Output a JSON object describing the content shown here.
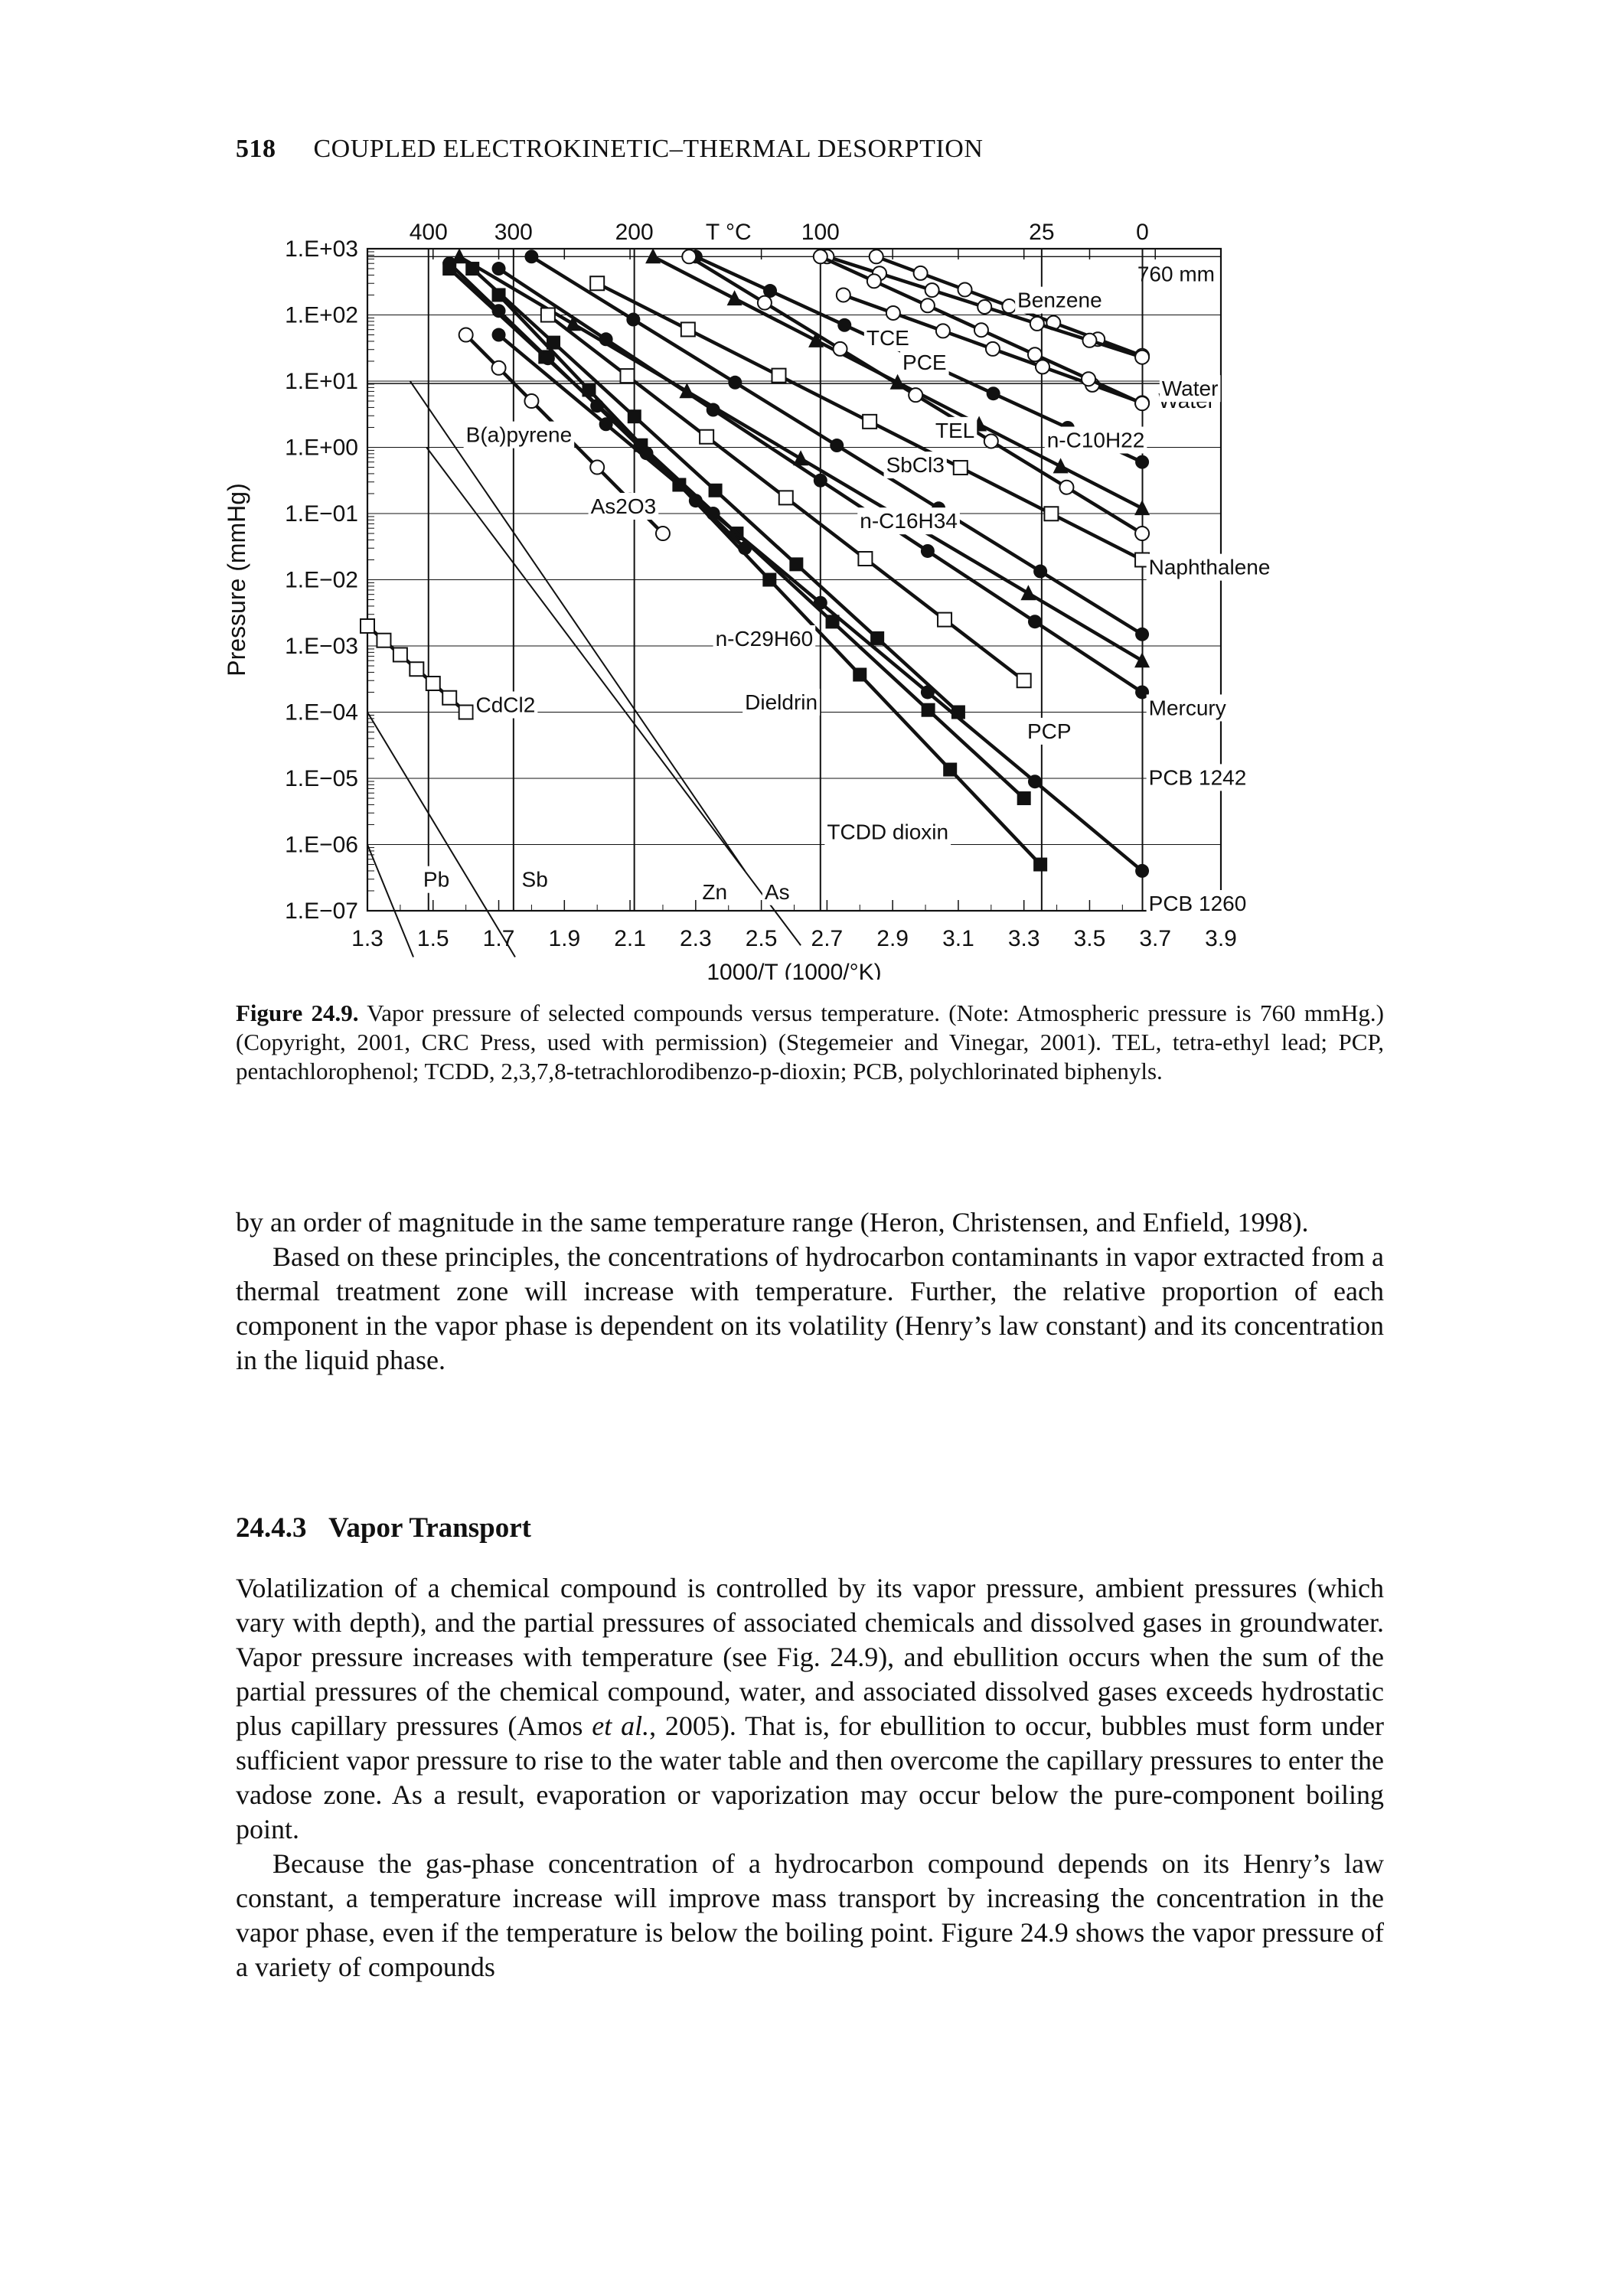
{
  "header": {
    "page_number": "518",
    "running_title": "COUPLED ELECTROKINETIC–THERMAL DESORPTION"
  },
  "chart_data": {
    "type": "line",
    "title": "",
    "xlabel": "1000/T (1000/°K)",
    "ylabel": "Pressure (mmHg)",
    "top_axis_label": "T °C",
    "x_ticks": [
      "1.3",
      "1.5",
      "1.7",
      "1.9",
      "2.1",
      "2.3",
      "2.5",
      "2.7",
      "2.9",
      "3.1",
      "3.3",
      "3.5",
      "3.7",
      "3.9"
    ],
    "y_ticks": [
      "1.E+03",
      "1.E+02",
      "1.E+01",
      "1.E+00",
      "1.E−01",
      "1.E−02",
      "1.E−03",
      "1.E−04",
      "1.E−05",
      "1.E−06",
      "1.E−07"
    ],
    "top_ticks": [
      {
        "label": "400",
        "x": 1.486
      },
      {
        "label": "300",
        "x": 1.745
      },
      {
        "label": "200",
        "x": 2.113
      },
      {
        "label": "100",
        "x": 2.68
      },
      {
        "label": "25",
        "x": 3.354
      },
      {
        "label": "0",
        "x": 3.661
      }
    ],
    "xlim": [
      1.3,
      3.9
    ],
    "ylim_log10": [
      -7,
      3
    ],
    "y_scale": "log",
    "grid": true,
    "reference_lines": [
      {
        "label": "760 mm",
        "y": 760
      },
      {
        "label": "Water",
        "y": 9.2
      }
    ],
    "series": [
      {
        "name": "Benzene",
        "marker": "open-circle",
        "x": [
          2.85,
          3.66
        ],
        "y": [
          760,
          24.2
        ]
      },
      {
        "name": "TCE",
        "marker": "open-circle",
        "x": [
          2.7,
          3.66
        ],
        "y": [
          760,
          23.0
        ]
      },
      {
        "name": "PCE",
        "marker": "open-circle",
        "x": [
          2.75,
          3.66
        ],
        "y": [
          200,
          4.7
        ]
      },
      {
        "name": "Water",
        "marker": "open-circle",
        "x": [
          2.68,
          3.66
        ],
        "y": [
          760,
          4.6
        ]
      },
      {
        "name": "n-C10H22",
        "marker": "filled-circle",
        "x": [
          2.3,
          3.66
        ],
        "y": [
          760,
          0.6
        ]
      },
      {
        "name": "TEL",
        "marker": "filled-triangle",
        "x": [
          2.17,
          3.66
        ],
        "y": [
          760,
          0.12
        ]
      },
      {
        "name": "SbCl3",
        "marker": "open-square",
        "x": [
          2.0,
          3.66
        ],
        "y": [
          300,
          0.02
        ]
      },
      {
        "name": "n-C16H34",
        "marker": "filled-circle",
        "x": [
          1.8,
          3.66
        ],
        "y": [
          760,
          0.0015
        ]
      },
      {
        "name": "Naphthalene",
        "marker": "open-circle",
        "x": [
          2.28,
          3.66
        ],
        "y": [
          760,
          0.05
        ]
      },
      {
        "name": "Mercury",
        "marker": "filled-triangle",
        "x": [
          1.58,
          3.66
        ],
        "y": [
          760,
          0.0006
        ]
      },
      {
        "name": "PCB 1242",
        "marker": "filled-circle",
        "x": [
          1.7,
          3.66
        ],
        "y": [
          500,
          0.0002
        ]
      },
      {
        "name": "PCP",
        "marker": "open-square",
        "x": [
          1.85,
          3.3
        ],
        "y": [
          100,
          0.0003
        ]
      },
      {
        "name": "B(a)pyrene",
        "marker": "filled-square",
        "x": [
          1.62,
          3.1
        ],
        "y": [
          500,
          0.0001
        ]
      },
      {
        "name": "Dieldrin",
        "marker": "filled-square",
        "x": [
          1.55,
          3.3
        ],
        "y": [
          500,
          5e-06
        ]
      },
      {
        "name": "TCDD dioxin",
        "marker": "filled-square",
        "x": [
          1.7,
          3.35
        ],
        "y": [
          200,
          5e-07
        ]
      },
      {
        "name": "n-C29H60",
        "marker": "filled-circle",
        "x": [
          1.55,
          2.45
        ],
        "y": [
          600,
          0.03
        ]
      },
      {
        "name": "PCB 1260",
        "marker": "filled-circle",
        "x": [
          1.7,
          3.66
        ],
        "y": [
          50,
          4e-07
        ]
      },
      {
        "name": "As2O3",
        "marker": "open-circle",
        "x": [
          1.6,
          2.2
        ],
        "y": [
          50,
          0.05
        ]
      },
      {
        "name": "CdCl2",
        "marker": "open-square",
        "x": [
          1.3,
          1.6
        ],
        "y": [
          0.002,
          0.0001
        ]
      },
      {
        "name": "Pb",
        "marker": "none",
        "x": [
          1.3,
          1.44
        ],
        "y": [
          1e-06,
          2e-08
        ]
      },
      {
        "name": "Sb",
        "marker": "none",
        "x": [
          1.3,
          1.75
        ],
        "y": [
          0.0001,
          2e-08
        ]
      },
      {
        "name": "Zn",
        "marker": "none",
        "x": [
          1.43,
          2.45
        ],
        "y": [
          10,
          4e-07
        ]
      },
      {
        "name": "As",
        "marker": "none",
        "x": [
          1.48,
          2.62
        ],
        "y": [
          1,
          3e-08
        ]
      }
    ],
    "chemical_labels": [
      {
        "text": "Benzene",
        "x": 3.28,
        "y": 130
      },
      {
        "text": "TCE",
        "x": 2.82,
        "y": 35
      },
      {
        "text": "PCE",
        "x": 2.93,
        "y": 15
      },
      {
        "text": "Water",
        "x": 3.72,
        "y": 6
      },
      {
        "text": "TEL",
        "x": 3.03,
        "y": 1.4
      },
      {
        "text": "n-C10H22",
        "x": 3.37,
        "y": 1
      },
      {
        "text": "SbCl3",
        "x": 2.88,
        "y": 0.42
      },
      {
        "text": "n-C16H34",
        "x": 2.8,
        "y": 0.06
      },
      {
        "text": "B(a)pyrene",
        "x": 1.6,
        "y": 1.2
      },
      {
        "text": "As2O3",
        "x": 1.98,
        "y": 0.1
      },
      {
        "text": "Naphthalene",
        "x": 3.68,
        "y": 0.012
      },
      {
        "text": "n-C29H60",
        "x": 2.36,
        "y": 0.001
      },
      {
        "text": "CdCl2",
        "x": 1.63,
        "y": 0.0001
      },
      {
        "text": "Dieldrin",
        "x": 2.45,
        "y": 0.00011
      },
      {
        "text": "Mercury",
        "x": 3.68,
        "y": 9e-05
      },
      {
        "text": "PCP",
        "x": 3.31,
        "y": 4e-05
      },
      {
        "text": "PCB 1242",
        "x": 3.68,
        "y": 8e-06
      },
      {
        "text": "TCDD dioxin",
        "x": 2.7,
        "y": 1.2e-06
      },
      {
        "text": "Pb",
        "x": 1.47,
        "y": 2.3e-07
      },
      {
        "text": "Sb",
        "x": 1.77,
        "y": 2.3e-07
      },
      {
        "text": "Zn",
        "x": 2.32,
        "y": 1.5e-07
      },
      {
        "text": "As",
        "x": 2.51,
        "y": 1.5e-07
      },
      {
        "text": "PCB 1260",
        "x": 3.68,
        "y": 1e-07
      }
    ],
    "vertical_markers_x": [
      1.486,
      1.745,
      2.113,
      2.68,
      3.354,
      3.661
    ]
  },
  "caption": {
    "label": "Figure 24.9.",
    "text": "Vapor pressure of selected compounds versus temperature. (Note: Atmospheric pressure is 760 mmHg.) (Copyright, 2001, CRC Press, used with permission) (Stegemeier and Vinegar, 2001). TEL, tetra-ethyl lead; PCP, pentachlorophenol; TCDD, 2,3,7,8-tetrachlorodibenzo-p-dioxin; PCB, polychlorinated biphenyls."
  },
  "body": {
    "p1": "by an order of magnitude in the same temperature range (Heron, Christensen, and Enfield, 1998).",
    "p2": "Based on these principles, the concentrations of hydrocarbon contaminants in vapor extracted from a thermal treatment zone will increase with temperature. Further, the relative proportion of each component in the vapor phase is dependent on its volatility (Henry’s law constant) and its concentration in the liquid phase.",
    "section_number": "24.4.3",
    "section_title": "Vapor Transport",
    "p3_a": "Volatilization of a chemical compound is controlled by its vapor pressure, ambient pressures (which vary with depth), and the partial pressures of associated chemicals and dissolved gases in groundwater. Vapor pressure increases with temperature (see Fig. 24.9), and ebullition occurs when the sum of the partial pressures of the chemical compound, water, and associated dissolved gases exceeds hydrostatic plus capillary pressures (Amos ",
    "p3_etal": "et al.",
    "p3_b": ", 2005). That is, for ebullition to occur, bubbles must form under sufficient vapor pressure to rise to the water table and then overcome the capillary pressures to enter the vadose zone. As a result, evaporation or vaporization may occur below the pure-component boiling point.",
    "p4": "Because the gas-phase concentration of a hydrocarbon compound depends on its Henry’s law constant, a temperature increase will improve mass transport by increasing the concentration in the vapor phase, even if the temperature is below the boiling point. Figure 24.9 shows the vapor pressure of a variety of compounds"
  }
}
